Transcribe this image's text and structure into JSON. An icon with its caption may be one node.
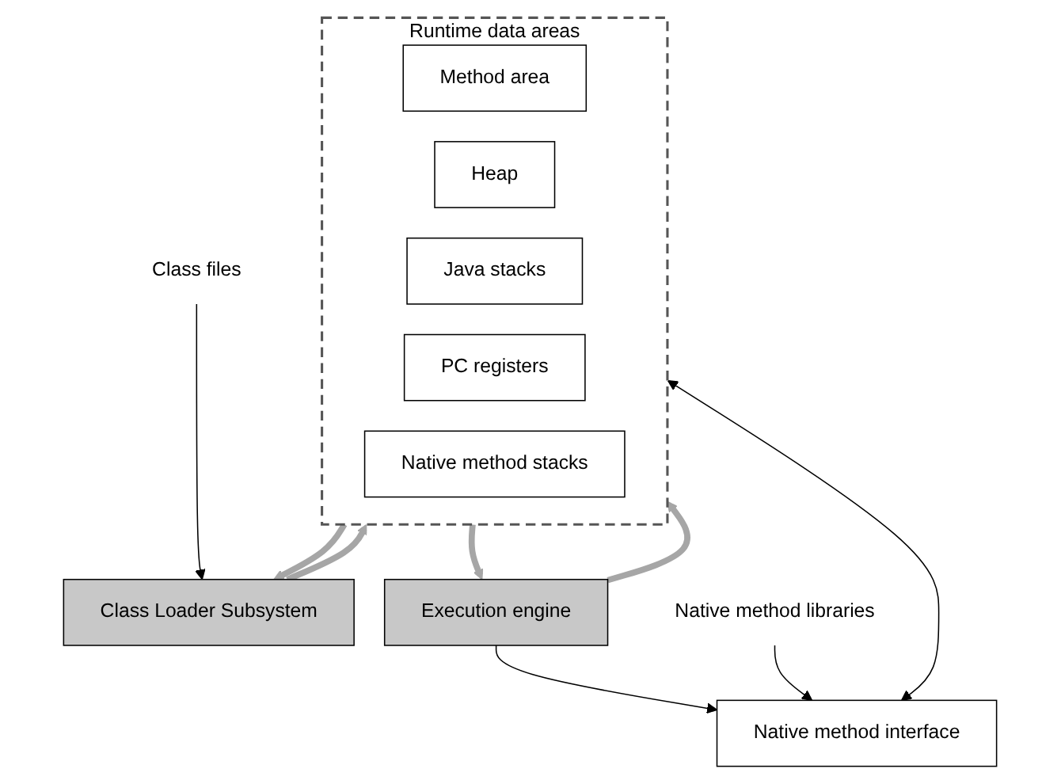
{
  "diagram": {
    "nodes": [
      {
        "text": [
          "Class files"
        ]
      },
      {
        "text": [
          "Class Loader Subsystem"
        ]
      },
      {
        "text": [
          "Runtime data areas"
        ]
      },
      {
        "text": [
          "Method area"
        ],
        "in": 2
      },
      {
        "text": [
          "Heap"
        ],
        "in": 2
      },
      {
        "text": [
          "Java stacks"
        ],
        "in": 2
      },
      {
        "text": [
          "PC registers"
        ],
        "in": 2
      },
      {
        "text": [
          "Native method stacks"
        ],
        "in": 2
      },
      {
        "text": [
          "Execution engine"
        ]
      },
      {
        "text": [
          "Native method interface"
        ]
      },
      {
        "text": [
          "Native method libraries"
        ]
      }
    ],
    "edges": [
      {
        "from": 0,
        "to": 1,
        "arrow": "to"
      },
      {
        "from": 2,
        "to": 1,
        "arrow": "to",
        "style": "thick",
        "color": "#a6a6a6"
      },
      {
        "from": 1,
        "to": 2,
        "arrow": "to",
        "style": "thick",
        "color": "#a6a6a6"
      },
      {
        "from": 8,
        "to": 2,
        "arrow": "to",
        "style": "thick",
        "color": "#a6a6a6"
      },
      {
        "from": 2,
        "to": 8,
        "arrow": "to",
        "style": "thick",
        "color": "#a6a6a6"
      },
      {
        "from": 2,
        "to": 9,
        "arrow": "both"
      },
      {
        "from": 8,
        "to": 9,
        "arrow": "to"
      },
      {
        "from": 10,
        "to": 9,
        "arrow": "to"
      }
    ]
  }
}
